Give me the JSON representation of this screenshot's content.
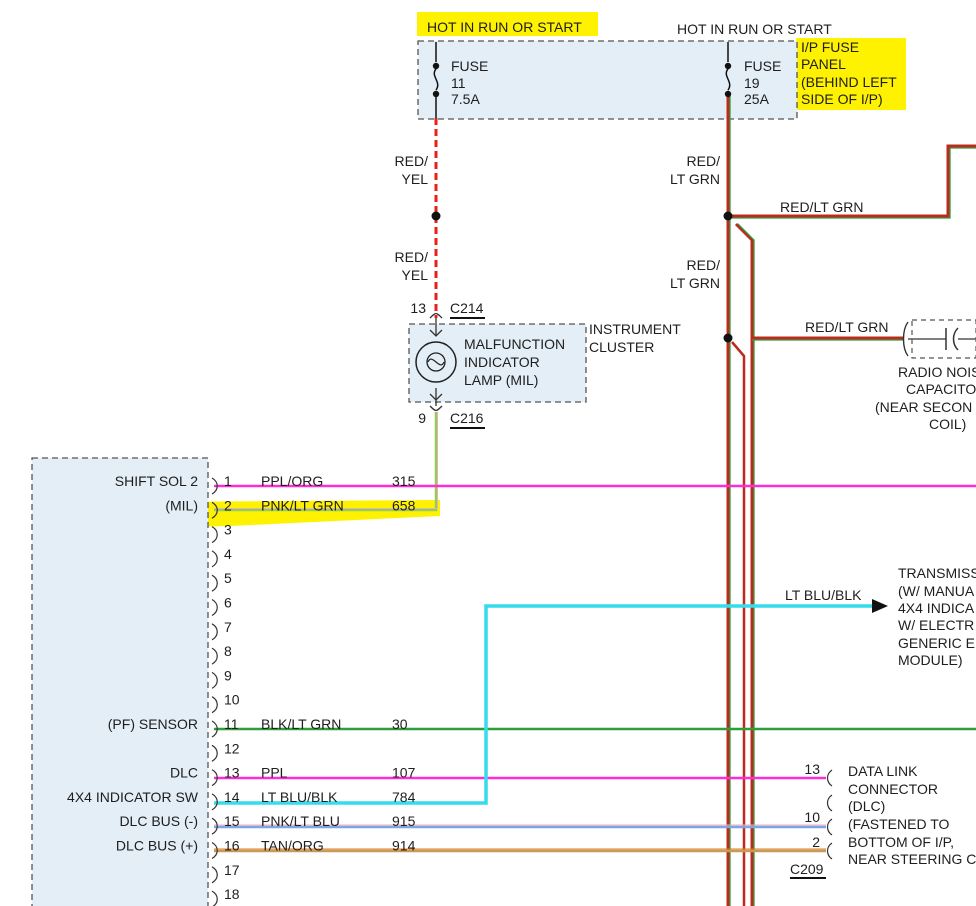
{
  "fuse_panel": {
    "hot_left": "HOT IN RUN OR START",
    "hot_right": "HOT IN RUN OR START",
    "fuse_a": {
      "label": "FUSE",
      "number": "11",
      "rating": "7.5A"
    },
    "fuse_b": {
      "label": "FUSE",
      "number": "19",
      "rating": "25A"
    },
    "panel_lines": [
      "I/P FUSE",
      "PANEL",
      "(BEHIND LEFT",
      "SIDE OF I/P)"
    ]
  },
  "wires": {
    "red_yel": [
      "RED/",
      "YEL"
    ],
    "red_yel_2": [
      "RED/",
      "YEL"
    ],
    "red_ltgrn": [
      "RED/",
      "LT GRN"
    ],
    "red_ltgrn_2": [
      "RED/",
      "LT GRN"
    ],
    "red_ltgrn_branch": "RED/LT GRN",
    "red_ltgrn_branch_2": "RED/LT GRN",
    "lt_blu_blk": "LT BLU/BLK"
  },
  "cluster": {
    "c214_pin": "13",
    "c214": "C214",
    "c216_pin": "9",
    "c216": "C216",
    "lamp_lines": [
      "MALFUNCTION",
      "INDICATOR",
      "LAMP (MIL)"
    ],
    "name_lines": [
      "INSTRUMENT",
      "CLUSTER"
    ]
  },
  "radio_capacitor": [
    "RADIO NOIS",
    "CAPACITO",
    "(NEAR SECON",
    "COIL)"
  ],
  "transmission_lines": [
    "TRANSMISS",
    "(W/ MANUA",
    "4X4 INDICA",
    "W/ ELECTR",
    "GENERIC E",
    "MODULE)"
  ],
  "pcm_pins": [
    {
      "num": "1",
      "label": "SHIFT SOL 2",
      "wire": "PPL/ORG",
      "circuit": "315"
    },
    {
      "num": "2",
      "label": "(MIL)",
      "wire": "PNK/LT GRN",
      "circuit": "658"
    },
    {
      "num": "3",
      "label": "",
      "wire": "",
      "circuit": ""
    },
    {
      "num": "4",
      "label": "",
      "wire": "",
      "circuit": ""
    },
    {
      "num": "5",
      "label": "",
      "wire": "",
      "circuit": ""
    },
    {
      "num": "6",
      "label": "",
      "wire": "",
      "circuit": ""
    },
    {
      "num": "7",
      "label": "",
      "wire": "",
      "circuit": ""
    },
    {
      "num": "8",
      "label": "",
      "wire": "",
      "circuit": ""
    },
    {
      "num": "9",
      "label": "",
      "wire": "",
      "circuit": ""
    },
    {
      "num": "10",
      "label": "",
      "wire": "",
      "circuit": ""
    },
    {
      "num": "11",
      "label": "(PF) SENSOR",
      "wire": "BLK/LT GRN",
      "circuit": "30"
    },
    {
      "num": "12",
      "label": "",
      "wire": "",
      "circuit": ""
    },
    {
      "num": "13",
      "label": "DLC",
      "wire": "PPL",
      "circuit": "107"
    },
    {
      "num": "14",
      "label": "4X4 INDICATOR SW",
      "wire": "LT BLU/BLK",
      "circuit": "784"
    },
    {
      "num": "15",
      "label": "DLC BUS (-)",
      "wire": "PNK/LT BLU",
      "circuit": "915"
    },
    {
      "num": "16",
      "label": "DLC BUS (+)",
      "wire": "TAN/ORG",
      "circuit": "914"
    },
    {
      "num": "17",
      "label": "",
      "wire": "",
      "circuit": ""
    },
    {
      "num": "18",
      "label": "",
      "wire": "",
      "circuit": ""
    }
  ],
  "dlc": {
    "pin_13": "13",
    "pin_10": "10",
    "pin_2": "2",
    "connector": "C209",
    "lines": [
      "DATA LINK",
      "CONNECTOR",
      "(DLC)",
      "(FASTENED TO",
      "BOTTOM OF I/P,",
      "NEAR STEERING C"
    ]
  },
  "colors": {
    "red": "#e8201a",
    "dark_red": "#c0281e",
    "green": "#2e9d3a",
    "orange": "#e07b1a",
    "magenta": "#ff2bd3",
    "cyan": "#34dcec",
    "blue": "#7aa7e0",
    "pink": "#f4a6c6",
    "tan": "#c89a5a",
    "highlight": "#fff200"
  }
}
